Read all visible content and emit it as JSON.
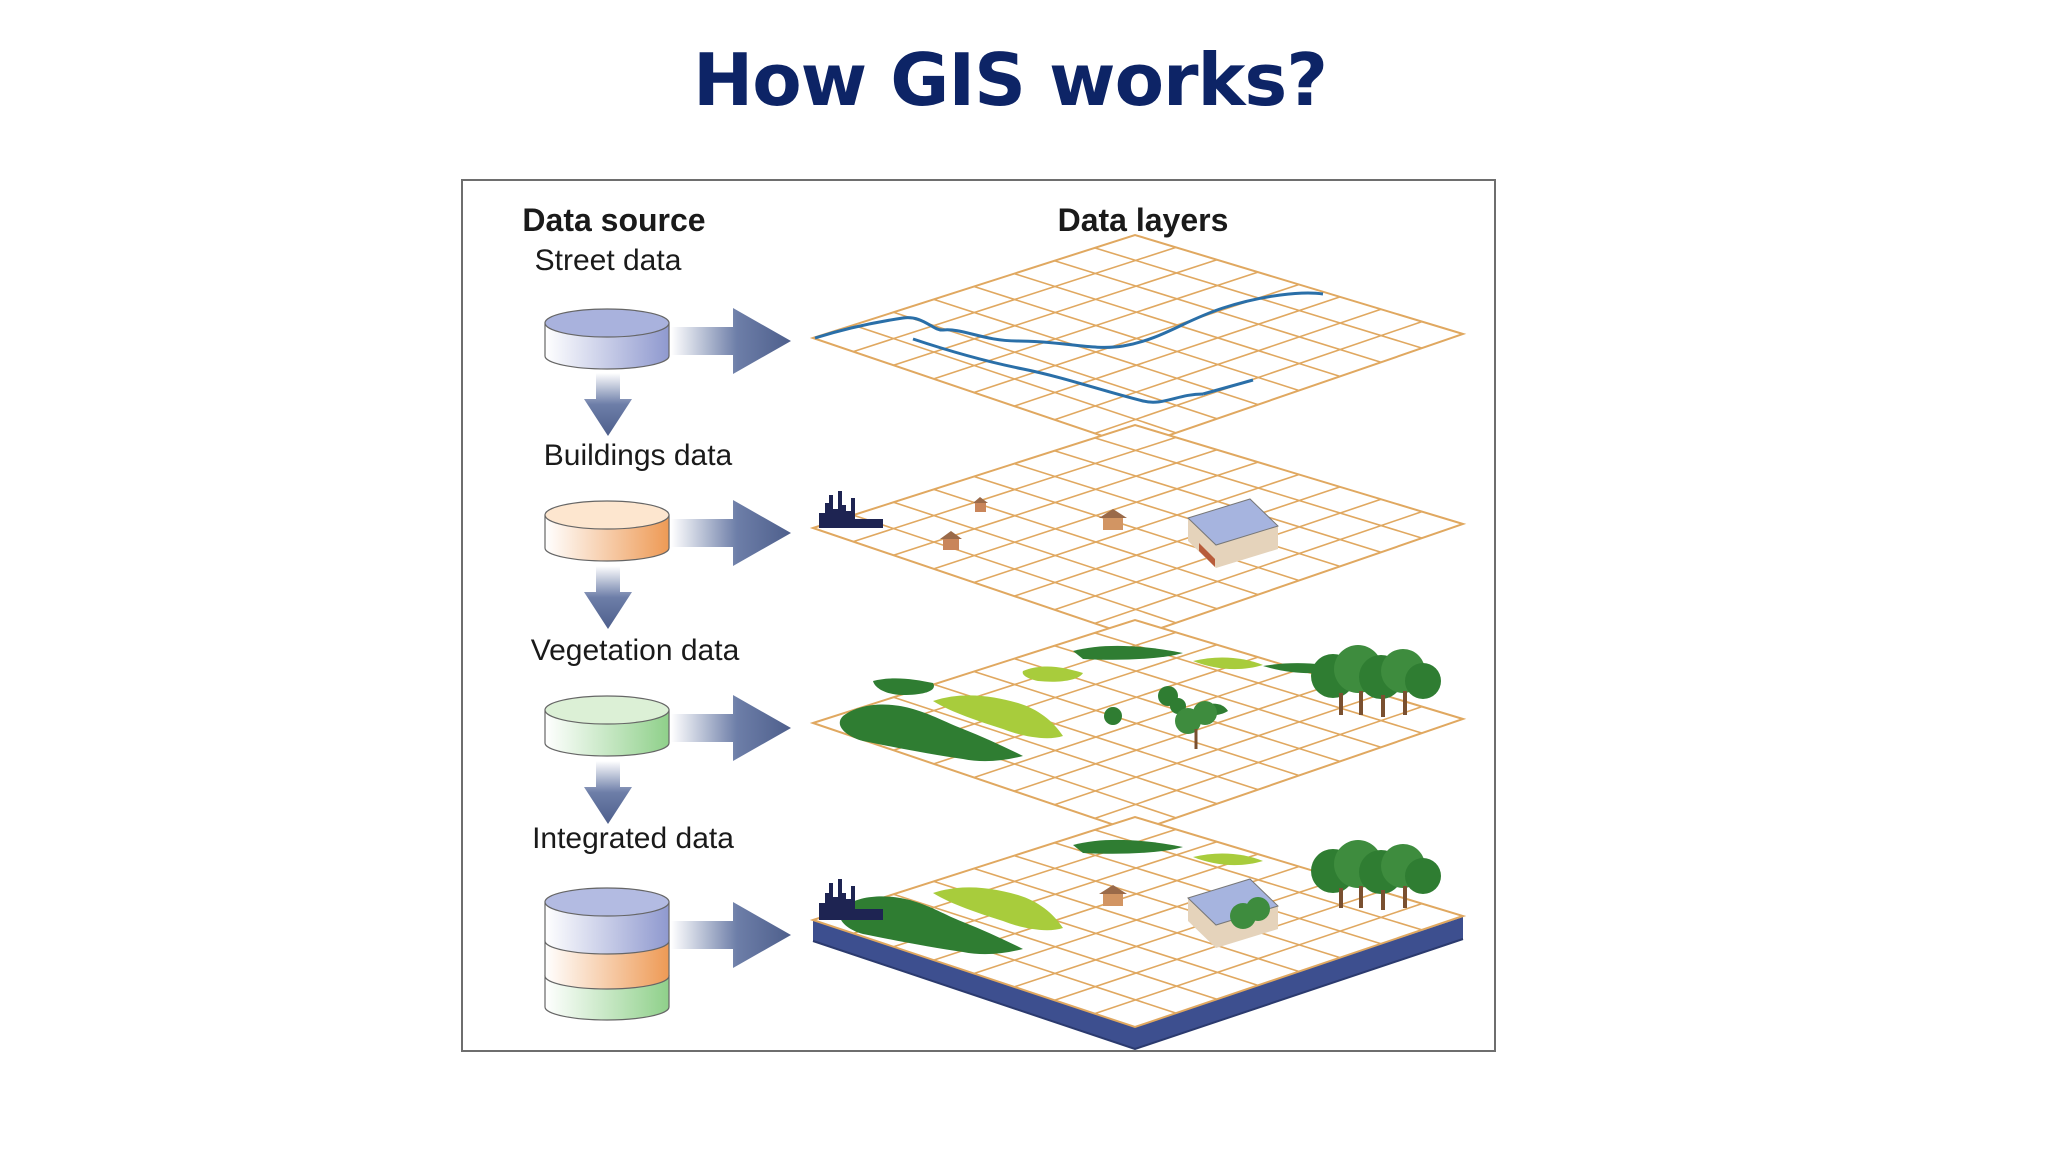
{
  "title": "How GIS works?",
  "diagram": {
    "headers": {
      "source": "Data source",
      "layers": "Data layers"
    },
    "sources": [
      {
        "label": "Street data",
        "color": "#a9b2dd"
      },
      {
        "label": "Buildings data",
        "color": "#f0a56a"
      },
      {
        "label": "Vegetation data",
        "color": "#a8d8a0"
      },
      {
        "label": "Integrated data",
        "color": "mixed"
      }
    ],
    "colors": {
      "title": "#0d2466",
      "arrow": "#4e5f8c",
      "grid": "#e0a860",
      "street": "#2a6fa8",
      "base": "#3d4f8f",
      "vegetation_dark": "#2f7d32",
      "vegetation_light": "#a8cc3c"
    }
  }
}
